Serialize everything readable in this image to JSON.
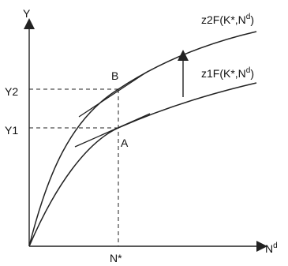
{
  "axes": {
    "y_label": "Y",
    "x_label_main": "N",
    "x_label_sup": "d"
  },
  "levels": {
    "y2": "Y2",
    "y1": "Y1",
    "n_star": "N*"
  },
  "points": {
    "b": "B",
    "a": "A"
  },
  "curves": {
    "upper": {
      "main": "z2F(K*,N",
      "sup": "d",
      "close": ")"
    },
    "lower": {
      "main": "z1F(K*,N",
      "sup": "d",
      "close": ")"
    }
  }
}
